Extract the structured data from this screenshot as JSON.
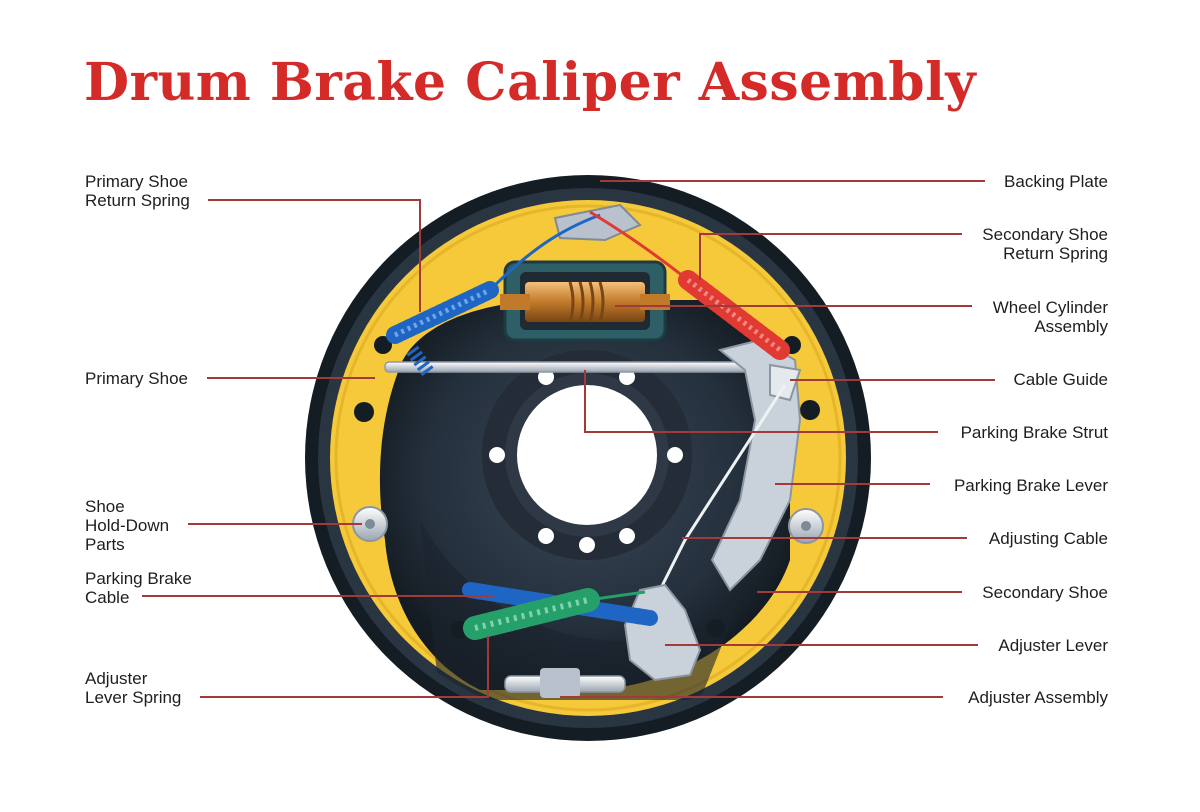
{
  "title": "Drum Brake Caliper Assembly",
  "colors": {
    "title": "#d42a28",
    "leader": "#a23a3a",
    "backing_plate": "#1d2731",
    "shoe_lining": "#f5c93a",
    "primary_spring": "#1f66c4",
    "secondary_spring": "#e03a33",
    "adjuster_spring": "#25a06a",
    "hardware": "#b9c2cc"
  },
  "labels": {
    "left": [
      {
        "id": "primary_shoe_return_spring",
        "lines": [
          "Primary Shoe",
          "Return Spring"
        ]
      },
      {
        "id": "primary_shoe",
        "lines": [
          "Primary Shoe"
        ]
      },
      {
        "id": "shoe_hold_down_parts",
        "lines": [
          "Shoe",
          "Hold-Down",
          "Parts"
        ]
      },
      {
        "id": "parking_brake_cable",
        "lines": [
          "Parking Brake",
          "Cable"
        ]
      },
      {
        "id": "adjuster_lever_spring",
        "lines": [
          "Adjuster",
          "Lever Spring"
        ]
      }
    ],
    "right": [
      {
        "id": "backing_plate",
        "lines": [
          "Backing Plate"
        ]
      },
      {
        "id": "secondary_shoe_return_spring",
        "lines": [
          "Secondary Shoe",
          "Return Spring"
        ]
      },
      {
        "id": "wheel_cylinder_assembly",
        "lines": [
          "Wheel Cylinder",
          "Assembly"
        ]
      },
      {
        "id": "cable_guide",
        "lines": [
          "Cable Guide"
        ]
      },
      {
        "id": "parking_brake_strut",
        "lines": [
          "Parking Brake Strut"
        ]
      },
      {
        "id": "parking_brake_lever",
        "lines": [
          "Parking Brake Lever"
        ]
      },
      {
        "id": "adjusting_cable",
        "lines": [
          "Adjusting Cable"
        ]
      },
      {
        "id": "secondary_shoe",
        "lines": [
          "Secondary Shoe"
        ]
      },
      {
        "id": "adjuster_lever",
        "lines": [
          "Adjuster Lever"
        ]
      },
      {
        "id": "adjuster_assembly",
        "lines": [
          "Adjuster Assembly"
        ]
      }
    ]
  }
}
